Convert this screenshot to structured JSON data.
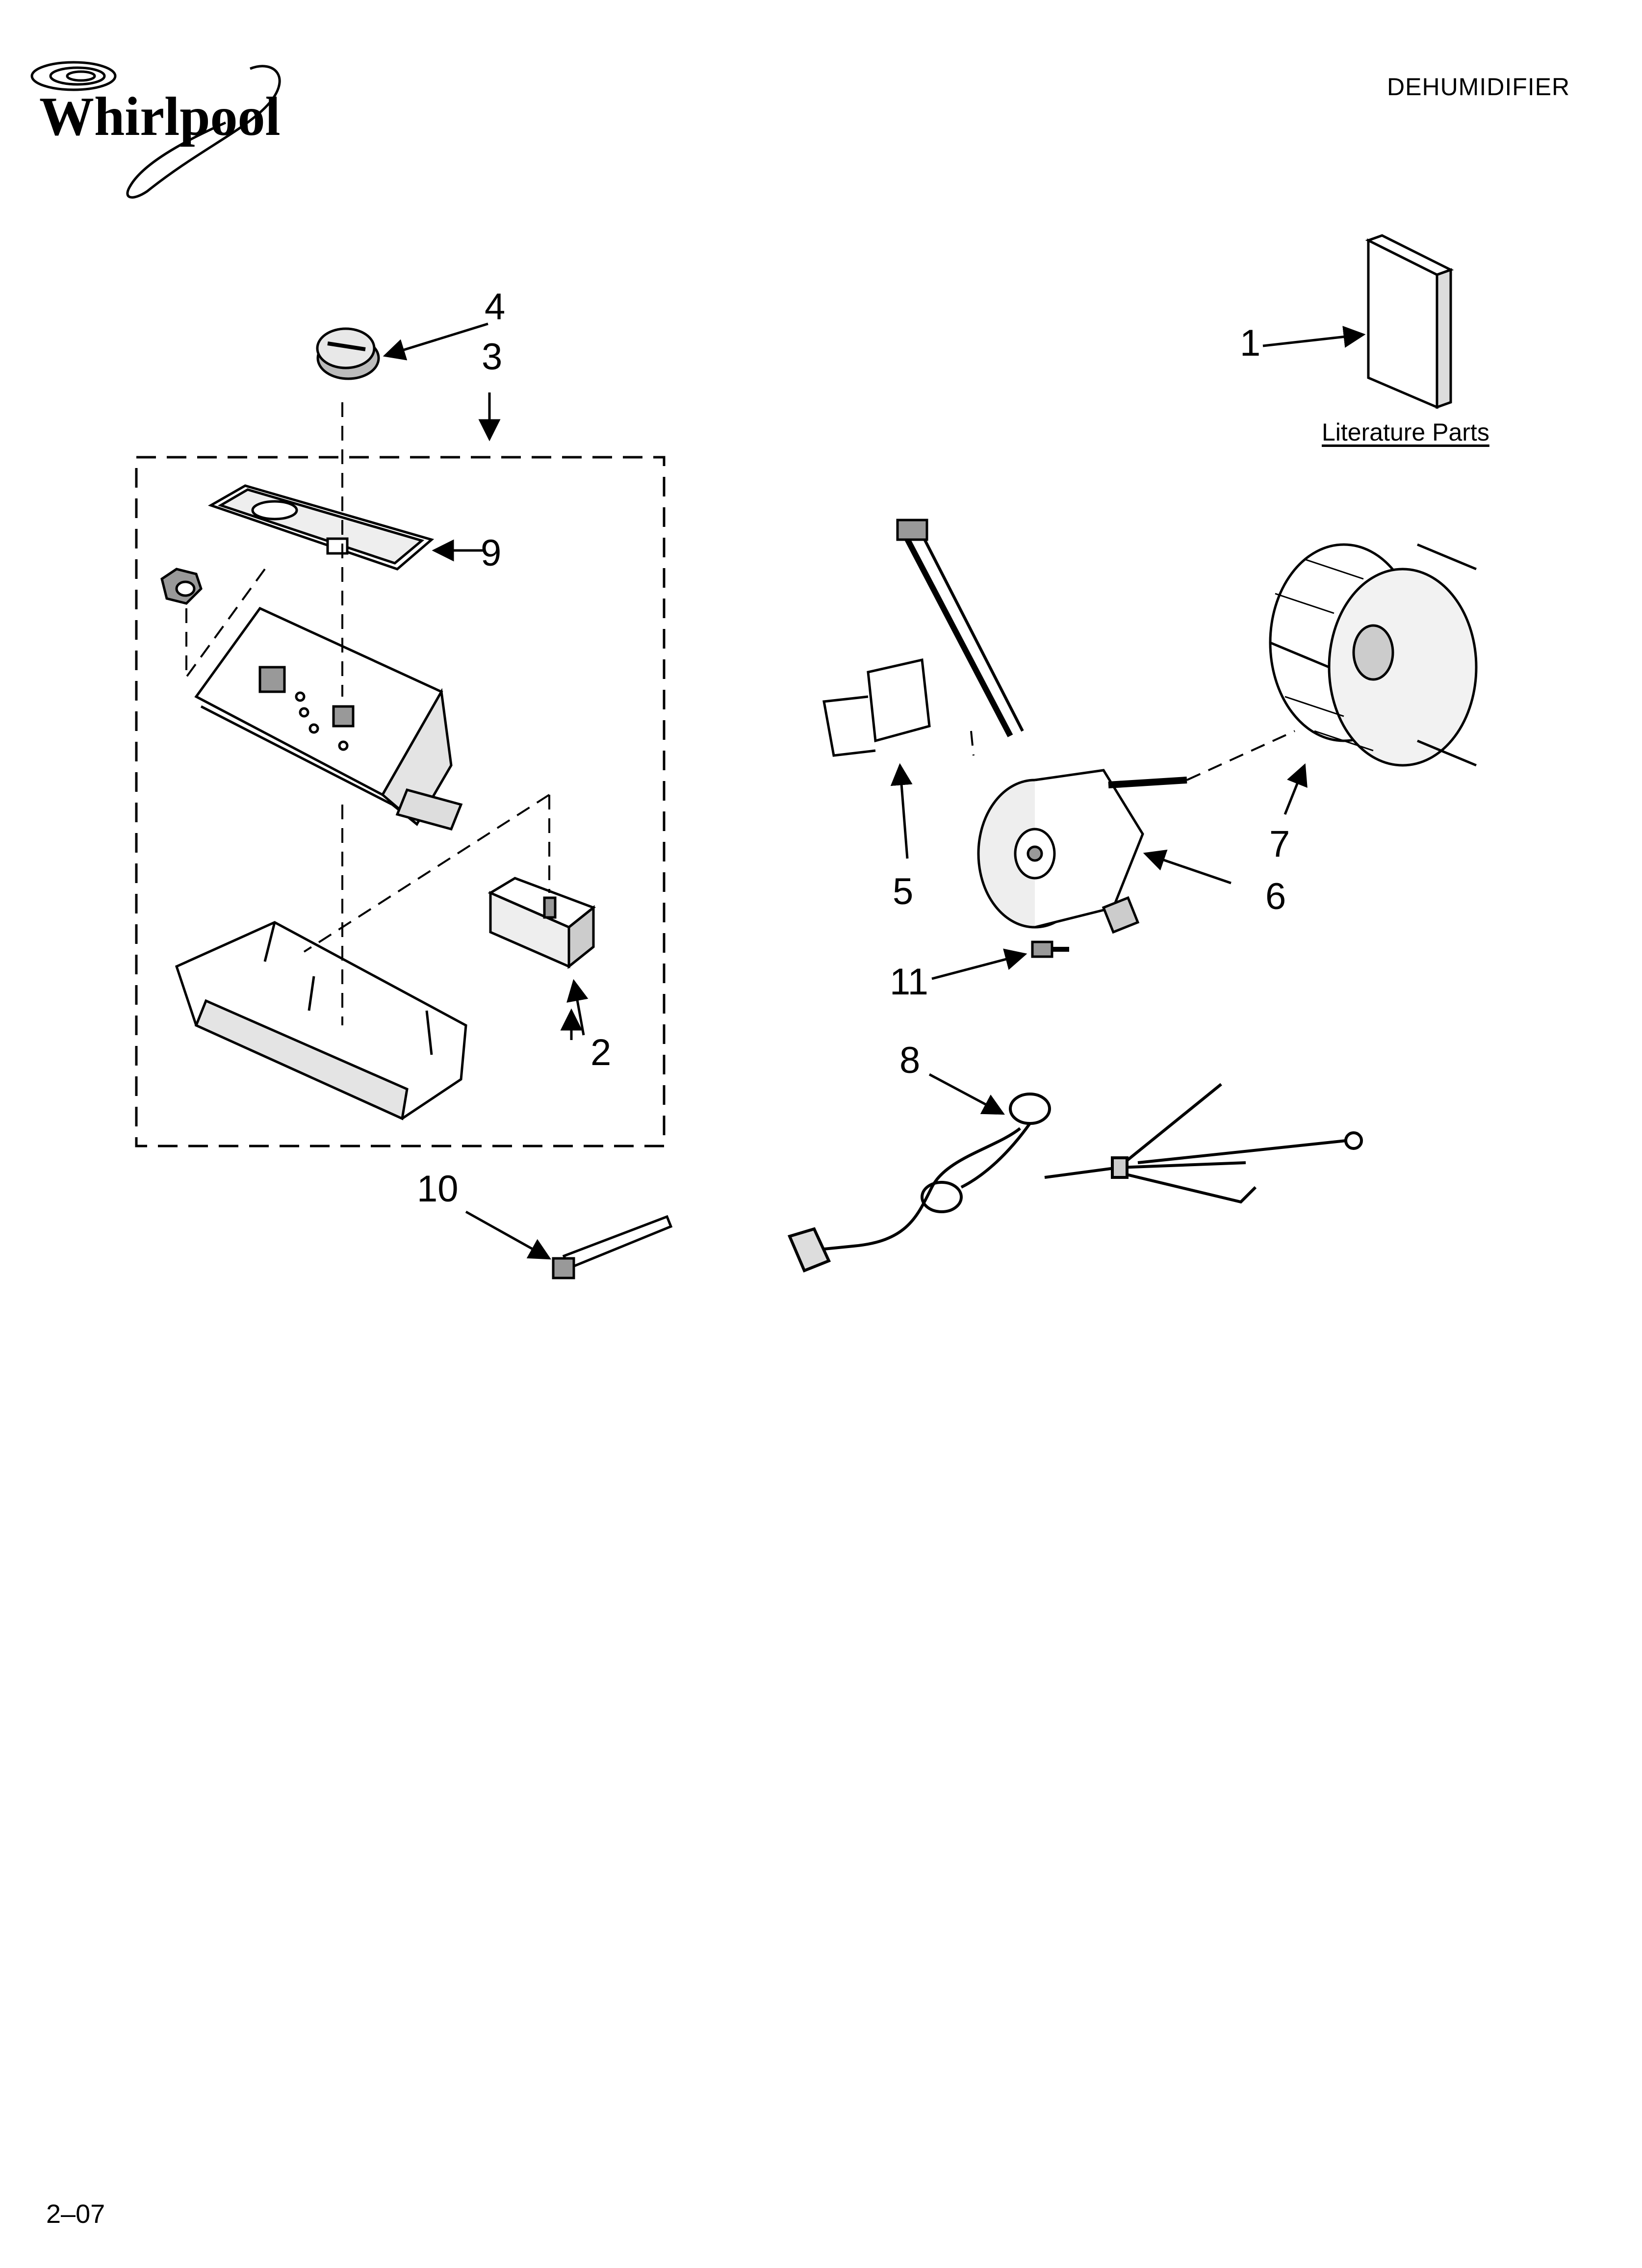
{
  "header": {
    "brand": "Whirlpool",
    "title": "DEHUMIDIFIER"
  },
  "footer": {
    "code": "2–07"
  },
  "literature": {
    "label": "Literature Parts"
  },
  "callouts": {
    "c1": "1",
    "c2": "2",
    "c3": "3",
    "c4": "4",
    "c5": "5",
    "c6": "6",
    "c7": "7",
    "c8": "8",
    "c9": "9",
    "c10": "10",
    "c11": "11"
  }
}
